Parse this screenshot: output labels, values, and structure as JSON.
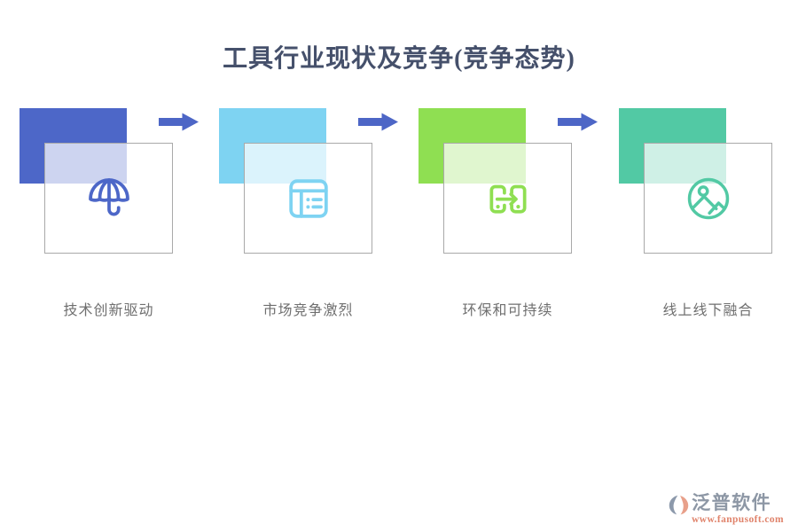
{
  "title": "工具行业现状及竞争(竞争态势)",
  "steps": [
    {
      "label": "技术创新驱动",
      "color": "#4d67c8",
      "icon": "umbrella-icon"
    },
    {
      "label": "市场竞争激烈",
      "color": "#7ed3f2",
      "icon": "browser-form-icon"
    },
    {
      "label": "环保和可持续",
      "color": "#8fdf52",
      "icon": "device-transfer-icon"
    },
    {
      "label": "线上线下融合",
      "color": "#52c9a4",
      "icon": "image-photo-icon"
    }
  ],
  "arrow": {
    "color": "#4d66c6"
  },
  "footer": {
    "brand": "泛普软件",
    "url": "www.fanpusoft.com",
    "brand_color": "#8d97a5",
    "url_color": "#e0836b",
    "logo_primary_color": "#8c99ab",
    "logo_accent_color": "#e8a08a"
  }
}
